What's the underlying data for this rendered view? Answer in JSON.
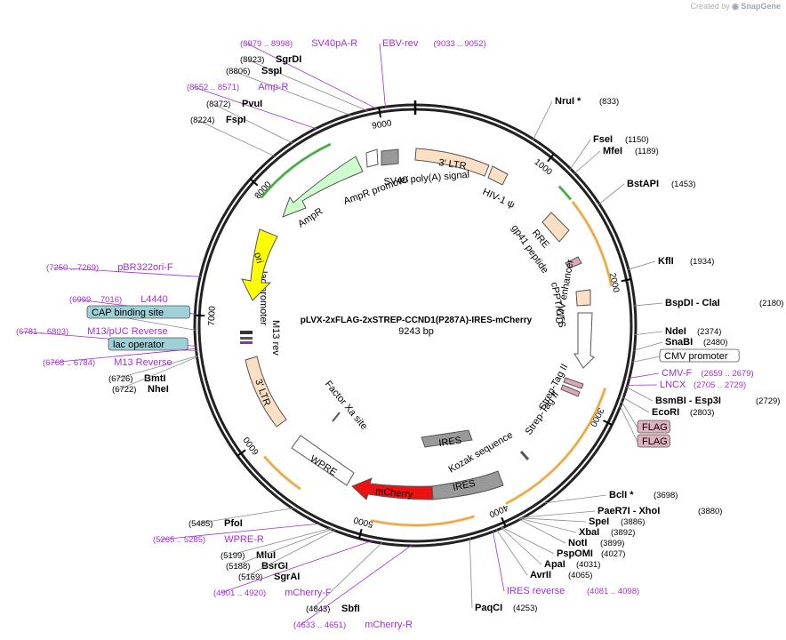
{
  "app": {
    "credit_prefix": "Created by",
    "credit_brand": "SnapGene"
  },
  "plasmid": {
    "name": "pLVX-2xFLAG-2xSTREP-CCND1(P287A)-IRES-mCherry",
    "length_label": "9243 bp",
    "length_bp": 9243
  },
  "ticks": [
    {
      "bp": 1000,
      "label": "1000"
    },
    {
      "bp": 2000,
      "label": "2000"
    },
    {
      "bp": 3000,
      "label": "3000"
    },
    {
      "bp": 4000,
      "label": "4000"
    },
    {
      "bp": 5000,
      "label": "5000"
    },
    {
      "bp": 6000,
      "label": "6000"
    },
    {
      "bp": 7000,
      "label": "7000"
    },
    {
      "bp": 8000,
      "label": "8000"
    },
    {
      "bp": 9000,
      "label": "9000"
    }
  ],
  "labels": [
    {
      "kind": "primer",
      "bp": 8988,
      "name": "SV40pA-R",
      "pos": "(8979 .. 8998)"
    },
    {
      "kind": "primer",
      "bp": 9043,
      "name": "EBV-rev",
      "pos": "(9033 .. 9052)"
    },
    {
      "kind": "enzyme",
      "bp": 8923,
      "name": "SgrDI",
      "pos": "(8923)"
    },
    {
      "kind": "enzyme",
      "bp": 8806,
      "name": "SspI",
      "pos": "(8806)"
    },
    {
      "kind": "primer",
      "bp": 8561,
      "name": "Amp-R",
      "pos": "(8552 .. 8571)"
    },
    {
      "kind": "enzyme",
      "bp": 8372,
      "name": "PvuI",
      "pos": "(8372)"
    },
    {
      "kind": "enzyme",
      "bp": 8224,
      "name": "FspI",
      "pos": "(8224)"
    },
    {
      "kind": "primer",
      "bp": 7260,
      "name": "pBR322ori-F",
      "pos": "(7250 .. 7269)"
    },
    {
      "kind": "primer",
      "bp": 7007,
      "name": "L4440",
      "pos": "(6999 .. 7016)"
    },
    {
      "kind": "boxblue",
      "bp": 6900,
      "name": "CAP binding site"
    },
    {
      "kind": "primer",
      "bp": 6792,
      "name": "M13/pUC Reverse",
      "pos": "(6781 .. 6803)"
    },
    {
      "kind": "boxblue",
      "bp": 6760,
      "name": "lac operator"
    },
    {
      "kind": "primer",
      "bp": 6776,
      "name": "M13 Reverse",
      "pos": "(6768 .. 6784)"
    },
    {
      "kind": "enzyme",
      "bp": 6726,
      "name": "BmtI",
      "pos": "(6726)"
    },
    {
      "kind": "enzyme",
      "bp": 6722,
      "name": "NheI",
      "pos": "(6722)"
    },
    {
      "kind": "enzyme",
      "bp": 833,
      "name": "NruI *",
      "pos": "(833)"
    },
    {
      "kind": "enzyme",
      "bp": 1150,
      "name": "FseI",
      "pos": "(1150)"
    },
    {
      "kind": "enzyme",
      "bp": 1189,
      "name": "MfeI",
      "pos": "(1189)"
    },
    {
      "kind": "enzyme",
      "bp": 1453,
      "name": "BstAPI",
      "pos": "(1453)"
    },
    {
      "kind": "enzyme",
      "bp": 1934,
      "name": "KflI",
      "pos": "(1934)"
    },
    {
      "kind": "enzyme",
      "bp": 2180,
      "name": "BspDI   - ClaI",
      "pos": "(2180)"
    },
    {
      "kind": "enzyme",
      "bp": 2374,
      "name": "NdeI",
      "pos": "(2374)"
    },
    {
      "kind": "enzyme",
      "bp": 2480,
      "name": "SnaBI",
      "pos": "(2480)"
    },
    {
      "kind": "boxwhite",
      "bp": 2560,
      "name": "CMV promoter"
    },
    {
      "kind": "primer",
      "bp": 2669,
      "name": "CMV-F",
      "pos": "(2659 .. 2679)"
    },
    {
      "kind": "primer",
      "bp": 2717,
      "name": "LNCX",
      "pos": "(2705 .. 2729)"
    },
    {
      "kind": "enzyme",
      "bp": 2729,
      "name": "BsmBI   - Esp3I",
      "pos": "(2729)"
    },
    {
      "kind": "enzyme",
      "bp": 2803,
      "name": "EcoRI",
      "pos": "(2803)"
    },
    {
      "kind": "boxpink",
      "bp": 2830,
      "name": "FLAG"
    },
    {
      "kind": "boxpink",
      "bp": 2860,
      "name": "FLAG"
    },
    {
      "kind": "enzyme",
      "bp": 3698,
      "name": "BclI *",
      "pos": "(3698)"
    },
    {
      "kind": "enzyme",
      "bp": 3880,
      "name": "PaeR7I   - XhoI",
      "pos": "(3880)"
    },
    {
      "kind": "enzyme",
      "bp": 3886,
      "name": "SpeI",
      "pos": "(3886)"
    },
    {
      "kind": "enzyme",
      "bp": 3892,
      "name": "XbaI",
      "pos": "(3892)"
    },
    {
      "kind": "enzyme",
      "bp": 3899,
      "name": "NotI",
      "pos": "(3899)"
    },
    {
      "kind": "enzyme",
      "bp": 4027,
      "name": "PspOMI",
      "pos": "(4027)"
    },
    {
      "kind": "enzyme",
      "bp": 4031,
      "name": "ApaI",
      "pos": "(4031)"
    },
    {
      "kind": "enzyme",
      "bp": 4065,
      "name": "AvrII",
      "pos": "(4065)"
    },
    {
      "kind": "primer",
      "bp": 4090,
      "name": "IRES reverse",
      "pos": "(4081 .. 4098)"
    },
    {
      "kind": "enzyme",
      "bp": 4253,
      "name": "PaqCI",
      "pos": "(4253)"
    },
    {
      "kind": "enzyme",
      "bp": 5485,
      "name": "PfoI",
      "pos": "(5485)"
    },
    {
      "kind": "primer",
      "bp": 5275,
      "name": "WPRE-R",
      "pos": "(5265 .. 5285)"
    },
    {
      "kind": "enzyme",
      "bp": 5199,
      "name": "MluI",
      "pos": "(5199)"
    },
    {
      "kind": "enzyme",
      "bp": 5188,
      "name": "BsrGI",
      "pos": "(5188)"
    },
    {
      "kind": "enzyme",
      "bp": 5169,
      "name": "SgrAI",
      "pos": "(5169)"
    },
    {
      "kind": "primer",
      "bp": 4910,
      "name": "mCherry-F",
      "pos": "(4901 .. 4920)"
    },
    {
      "kind": "enzyme",
      "bp": 4843,
      "name": "SbfI",
      "pos": "(4843)"
    },
    {
      "kind": "primer",
      "bp": 4642,
      "name": "mCherry-R",
      "pos": "(4633 .. 4651)"
    }
  ],
  "features": [
    {
      "name": "3' LTR",
      "color": "#fde0c4"
    },
    {
      "name": "HIV-1 ψ",
      "color": "#fde0c4"
    },
    {
      "name": "RRE",
      "color": "#fde0c4"
    },
    {
      "name": "gp41 peptide",
      "color": "#d9a7b8"
    },
    {
      "name": "cPPT/CTS",
      "color": "#fde0c4"
    },
    {
      "name": "CMV enhancer",
      "color": "#ffffff"
    },
    {
      "name": "Strep-Tag II",
      "color": "#d9a7b8"
    },
    {
      "name": "Strep-Tag II",
      "color": "#d9a7b8"
    },
    {
      "name": "Kozak sequence",
      "color": "#ffffff"
    },
    {
      "name": "IRES",
      "color": "#999999"
    },
    {
      "name": "IRES",
      "color": "#999999"
    },
    {
      "name": "mCherry",
      "color": "#ee1111"
    },
    {
      "name": "WPRE",
      "color": "#ffffff"
    },
    {
      "name": "Factor Xa site",
      "color": "#ffffff"
    },
    {
      "name": "3' LTR",
      "color": "#fde0c4"
    },
    {
      "name": "M13 rev",
      "color": "#ffffff"
    },
    {
      "name": "lac promoter",
      "color": "#ffffff"
    },
    {
      "name": "ori",
      "color": "#ffff00"
    },
    {
      "name": "AmpR",
      "color": "#ccffcc"
    },
    {
      "name": "AmpR promoter",
      "color": "#ffffff"
    },
    {
      "name": "SV40 poly(A) signal",
      "color": "#999999"
    }
  ],
  "colors": {
    "enzyme_text": "#000000",
    "primer": "#a230d0",
    "orf": "#e8a33a",
    "orf_green": "#3aa33a",
    "box_blue": "#9fd0d8",
    "box_pink": "#dfb1bf"
  }
}
